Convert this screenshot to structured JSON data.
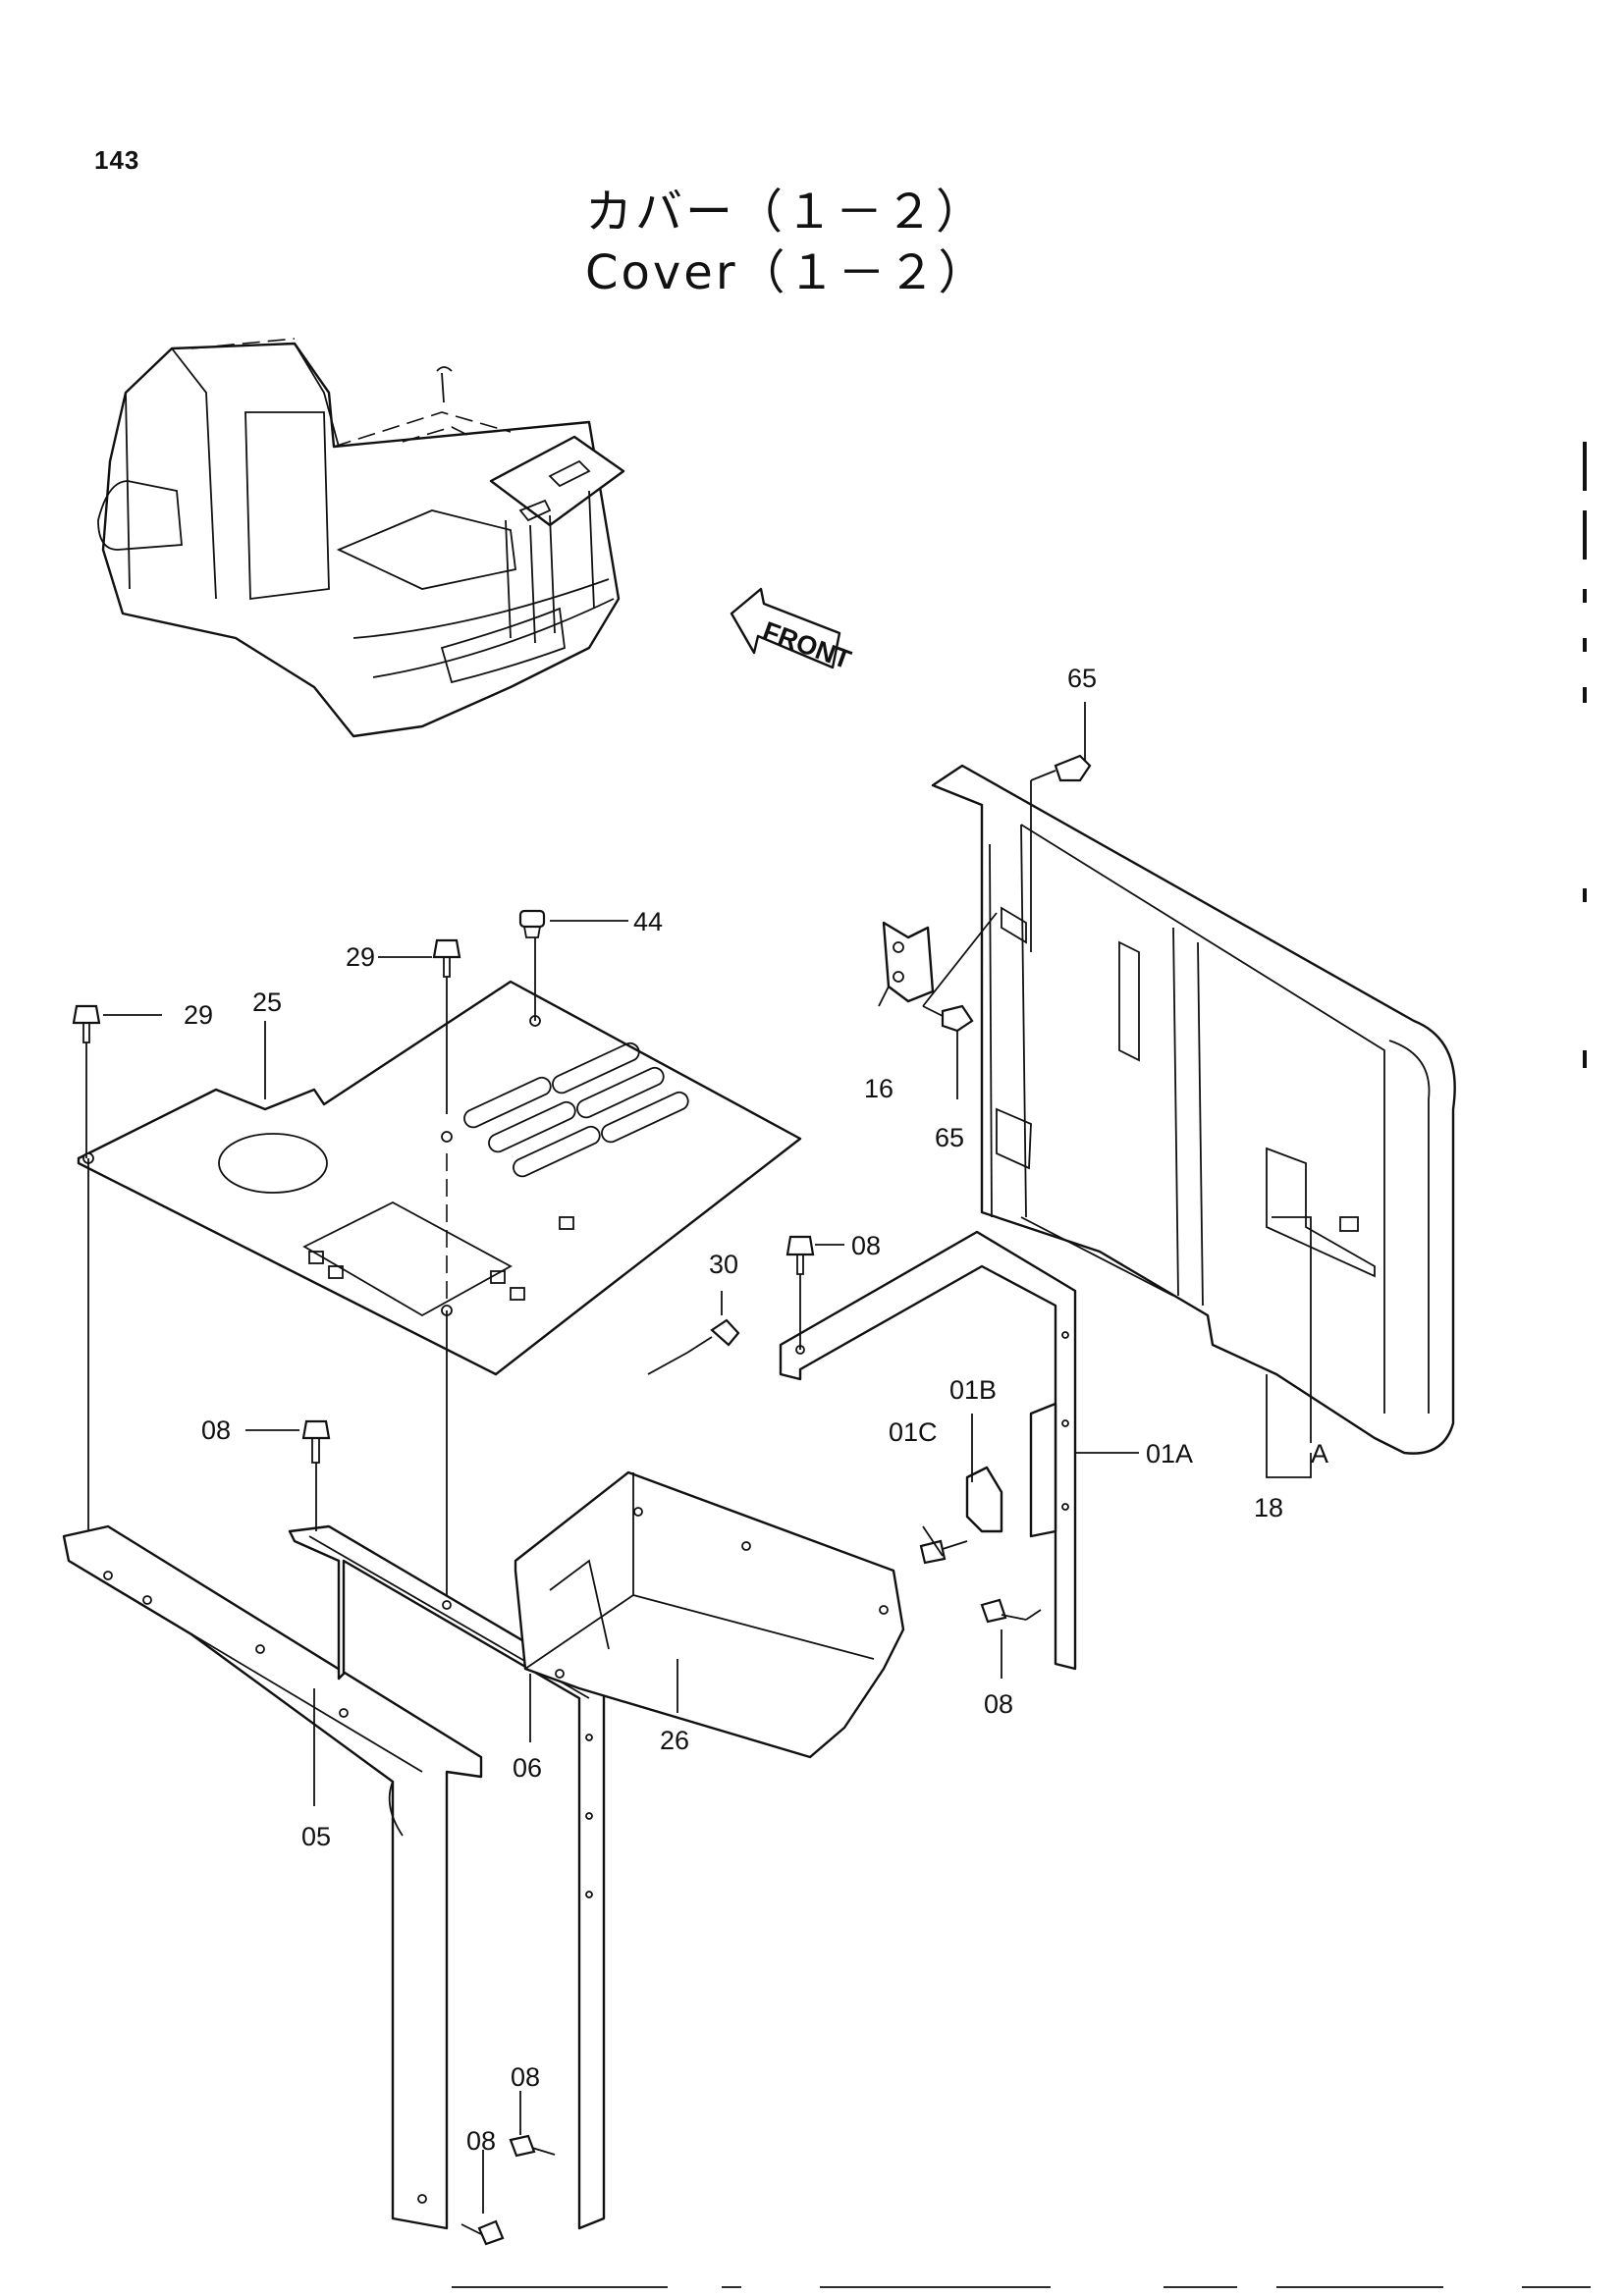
{
  "page": {
    "number": "143",
    "title_jp": "カバー（１－２）",
    "title_en": "Cover（１－２）"
  },
  "overview": {
    "front_label": "FRONT"
  },
  "callouts": [
    {
      "id": "c-65-top",
      "text": "65"
    },
    {
      "id": "c-44",
      "text": "44"
    },
    {
      "id": "c-29-mid",
      "text": "29"
    },
    {
      "id": "c-29-left",
      "text": "29"
    },
    {
      "id": "c-25",
      "text": "25"
    },
    {
      "id": "c-16",
      "text": "16"
    },
    {
      "id": "c-65-mid",
      "text": "65"
    },
    {
      "id": "c-08-a",
      "text": "08"
    },
    {
      "id": "c-30",
      "text": "30"
    },
    {
      "id": "c-01B",
      "text": "01B"
    },
    {
      "id": "c-01C",
      "text": "01C"
    },
    {
      "id": "c-01A",
      "text": "01A"
    },
    {
      "id": "c-A",
      "text": "A"
    },
    {
      "id": "c-18",
      "text": "18"
    },
    {
      "id": "c-08-b",
      "text": "08"
    },
    {
      "id": "c-08-c",
      "text": "08"
    },
    {
      "id": "c-06",
      "text": "06"
    },
    {
      "id": "c-26",
      "text": "26"
    },
    {
      "id": "c-05",
      "text": "05"
    },
    {
      "id": "c-08-d",
      "text": "08"
    },
    {
      "id": "c-08-e",
      "text": "08"
    }
  ]
}
